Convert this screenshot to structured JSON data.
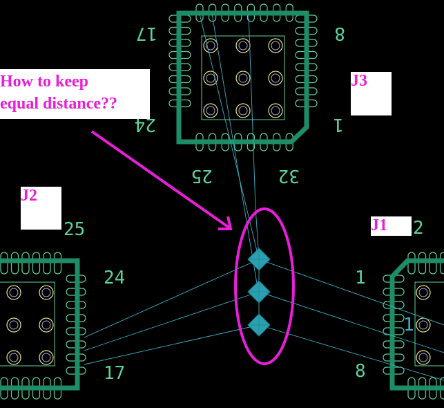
{
  "annotation": {
    "line1": "How to keep",
    "line2": "equal distance??"
  },
  "components": {
    "j3": "J3",
    "j2": "J2",
    "j1": "J1"
  },
  "pins": {
    "j3": {
      "p17": "17",
      "p8": "8",
      "p24": "24",
      "p1": "1",
      "p25": "25",
      "p32": "32"
    },
    "j2": {
      "p25": "25",
      "p24": "24",
      "p17": "17"
    },
    "j1": {
      "p1": "1",
      "p8": "8",
      "p2": "2",
      "p1b": "1"
    }
  },
  "colors": {
    "annotation": "#e81ed8",
    "outline": "#1e8c66",
    "pad": "#5fd39b",
    "ratsnest": "#3fb0c8",
    "via": "#2aa0b0"
  }
}
